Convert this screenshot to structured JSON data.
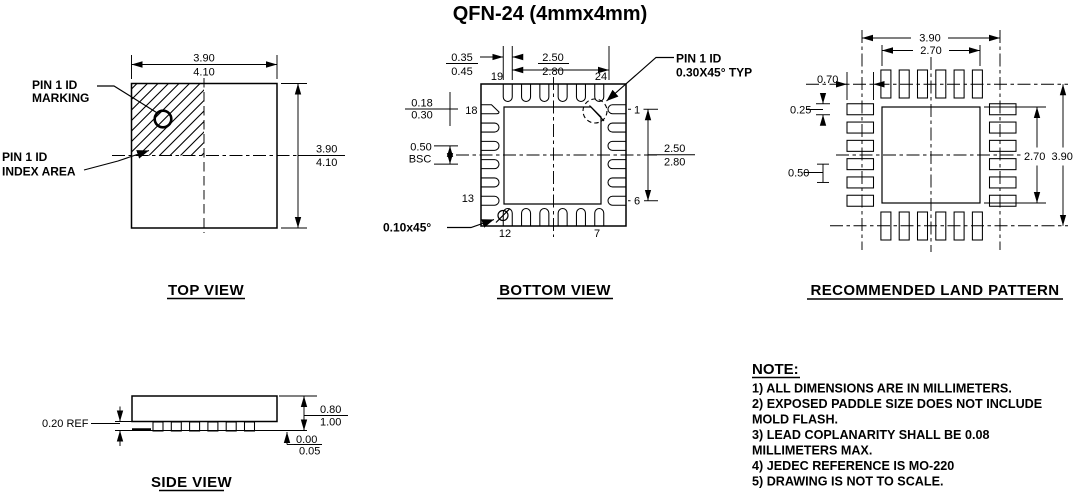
{
  "title": "QFN-24 (4mmx4mm)",
  "colors": {
    "ink": "#000000",
    "paper": "#ffffff"
  },
  "top_view": {
    "title": "TOP VIEW",
    "width_dim": {
      "nom": "3.90",
      "max": "4.10"
    },
    "height_dim": {
      "nom": "3.90",
      "max": "4.10"
    },
    "pin1_marking_label": {
      "line1": "PIN 1 ID",
      "line2": "MARKING"
    },
    "pin1_index_label": {
      "line1": "PIN 1 ID",
      "line2": "INDEX AREA"
    }
  },
  "bottom_view": {
    "title": "BOTTOM VIEW",
    "dims": {
      "pad_width": {
        "nom": "0.35",
        "max": "0.45"
      },
      "pad_span_top": {
        "nom": "2.50",
        "max": "2.80"
      },
      "pad_span_side": {
        "nom": "2.50",
        "max": "2.80"
      },
      "lead_width": {
        "nom": "0.18",
        "max": "0.30"
      },
      "pitch": {
        "value": "0.50",
        "ref": "BSC"
      },
      "corner_chamfer": "0.10x45°"
    },
    "pin1_label": {
      "line1": "PIN 1 ID",
      "line2": "0.30X45° TYP"
    },
    "pins": {
      "p1": "1",
      "p6": "6",
      "p7": "7",
      "p12": "12",
      "p13": "13",
      "p18": "18",
      "p19": "19",
      "p24": "24"
    }
  },
  "land_pattern": {
    "title": "RECOMMENDED LAND PATTERN",
    "dims": {
      "outer_span_x": "3.90",
      "inner_span_x": "2.70",
      "pad_length": "0.70",
      "pad_width": "0.25",
      "pitch": "0.50",
      "inner_span_y": "2.70",
      "outer_span_y": "3.90"
    }
  },
  "side_view": {
    "title": "SIDE VIEW",
    "dims": {
      "lead_thickness": "0.20 REF",
      "body_height": {
        "nom": "0.80",
        "max": "1.00"
      },
      "standoff": {
        "nom": "0.00",
        "max": "0.05"
      }
    }
  },
  "notes": {
    "heading": "NOTE:",
    "lines": [
      "1) ALL DIMENSIONS ARE IN MILLIMETERS.",
      "2) EXPOSED PADDLE SIZE DOES NOT INCLUDE",
      "MOLD FLASH.",
      "3) LEAD COPLANARITY SHALL BE 0.08",
      "MILLIMETERS MAX.",
      "4) JEDEC REFERENCE IS MO-220",
      "5) DRAWING IS NOT TO SCALE."
    ]
  }
}
